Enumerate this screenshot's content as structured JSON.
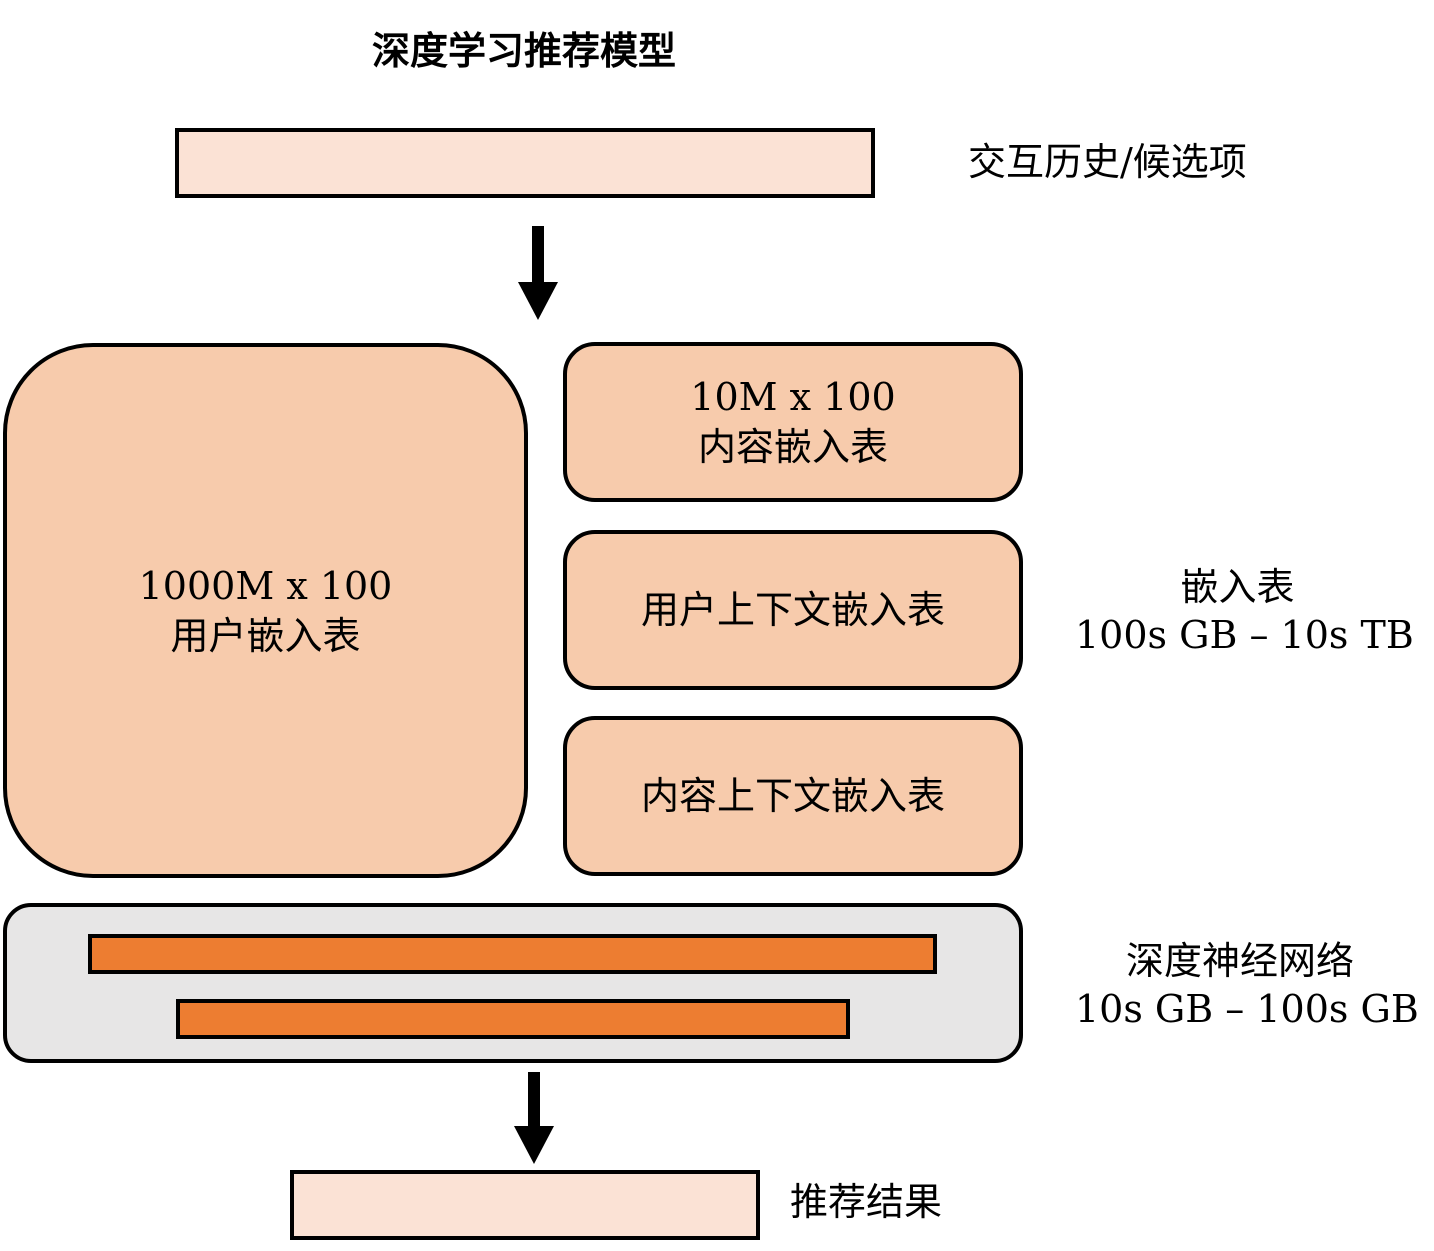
{
  "title": "深度学习推荐模型",
  "input": {
    "label": "交互历史/候选项"
  },
  "embedding_tables": {
    "user": {
      "size": "1000M x 100",
      "name": "用户嵌入表"
    },
    "item": {
      "size": "10M x 100",
      "name": "内容嵌入表"
    },
    "user_context": {
      "name": "用户上下文嵌入表"
    },
    "item_context": {
      "name": "内容上下文嵌入表"
    },
    "group_label": "嵌入表",
    "group_size": "100s GB – 10s TB"
  },
  "dnn": {
    "label": "深度神经网络",
    "size": "10s GB – 100s GB"
  },
  "output": {
    "label": "推荐结果"
  },
  "colors": {
    "input_fill": "#fbe2d5",
    "embedding_fill": "#f7cbac",
    "dnn_fill": "#e7e6e6",
    "layer_fill": "#ed7d31",
    "stroke": "#000000"
  }
}
